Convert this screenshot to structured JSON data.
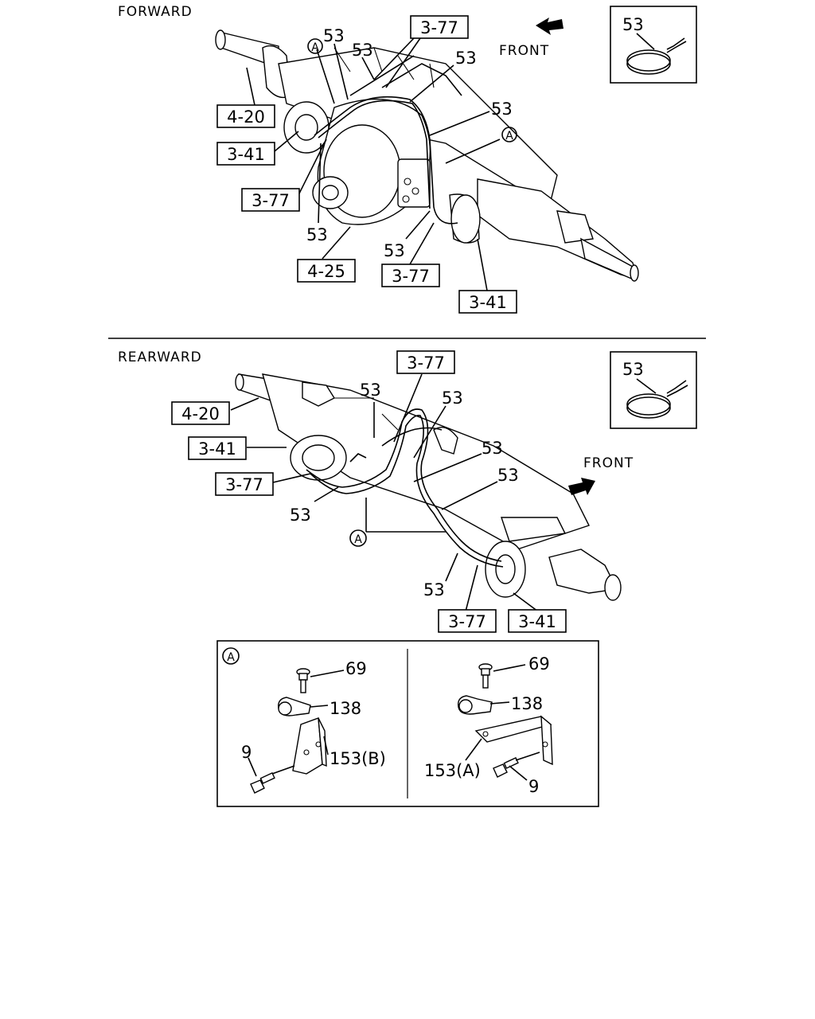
{
  "sections": {
    "forward": "FORWARD",
    "rearward": "REARWARD"
  },
  "front_label": "FRONT",
  "callouts": {
    "c53": "53",
    "c3_77": "3-77",
    "c4_20": "4-20",
    "c3_41": "3-41",
    "c4_25": "4-25",
    "c69": "69",
    "c138": "138",
    "c9": "9",
    "c153a": "153(A)",
    "c153b": "153(B)",
    "ref_a": "A"
  }
}
